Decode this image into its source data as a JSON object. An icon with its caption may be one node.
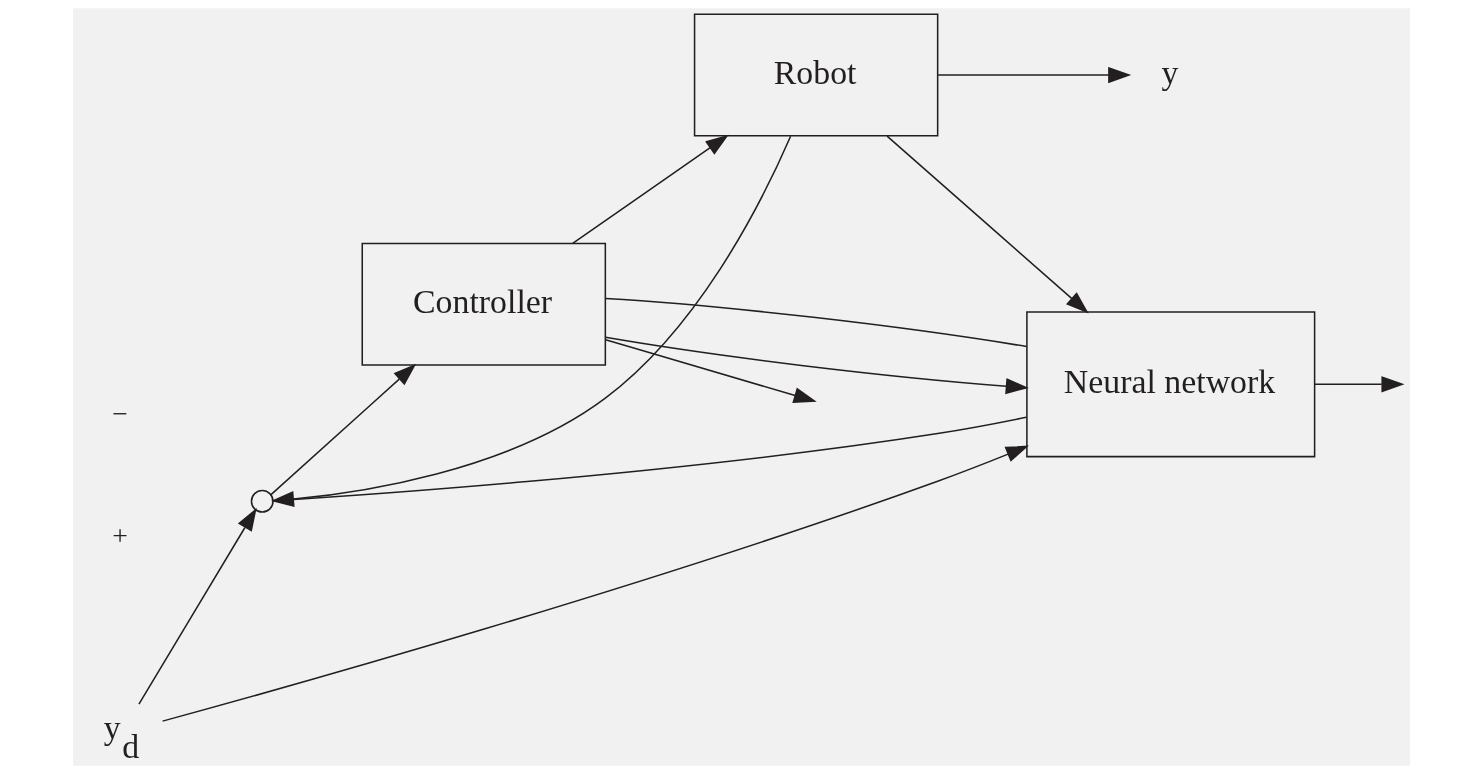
{
  "diagram": {
    "nodes": [
      {
        "text": [
          "y$_{d}$"
        ]
      },
      {
        "text": [],
        "shape": "circle"
      },
      {
        "text": [
          "Controller"
        ]
      },
      {
        "text": [
          "Robot"
        ]
      },
      {
        "text": [
          "y"
        ]
      },
      {
        "text": [
          "Neural network"
        ]
      }
    ],
    "edges": [
      {
        "from": 0,
        "to": 1,
        "arrow": "to"
      },
      {
        "from": 1,
        "to": 2,
        "arrow": "to"
      },
      {
        "from": 2,
        "to": 3,
        "arrow": "to"
      },
      {
        "from": 3,
        "to": 4,
        "arrow": "to"
      },
      {
        "from": 3,
        "to": 1,
        "arrow": "to"
      },
      {
        "from": 0,
        "to": 5,
        "arrow": "to"
      },
      {
        "from": 3,
        "to": 5,
        "arrow": "to"
      },
      {
        "from": 2,
        "to": 5,
        "arrow": "to"
      },
      {
        "from": 1,
        "to": 5,
        "arrow": "none"
      },
      {
        "from": 5,
        "to": 2,
        "arrow": "none"
      },
      {
        "from": 2,
        "to": null,
        "arrow": "to"
      },
      {
        "from": 5,
        "to": null,
        "arrow": "to"
      }
    ],
    "labels": [
      "−",
      "+"
    ]
  }
}
